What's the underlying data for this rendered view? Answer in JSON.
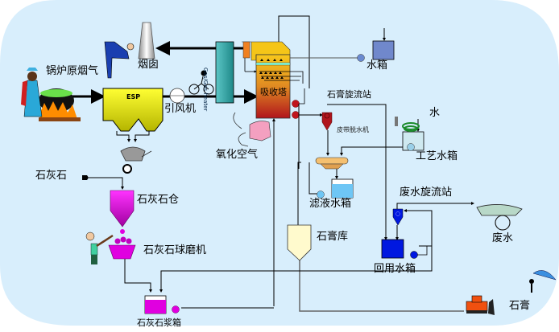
{
  "title": "石灰石-石膏湿法烟气脱硫工艺流程图",
  "labels": {
    "boiler_flue_gas": "锅炉原烟气",
    "chimney": "烟囱",
    "esp": "ESP",
    "induced_fan": "引风机",
    "ggh_line1": "Gas/Gas",
    "ggh_line2": "heater",
    "absorber": "吸收塔",
    "oxidation_air": "氧化空气",
    "water_tank": "水箱",
    "gypsum_cyclone": "石膏旋流站",
    "belt_dewatering": "皮带脱水机",
    "water": "水",
    "process_water_tank": "工艺水箱",
    "filtrate_tank": "滤液水箱",
    "gypsum_silo": "石膏库",
    "wastewater_cyclone": "废水旋流站",
    "wastewater": "废水",
    "recycle_water_tank": "回用水箱",
    "limestone": "石灰石",
    "limestone_silo": "石灰石仓",
    "ball_mill": "石灰石球磨机",
    "slurry_tank": "石灰石浆箱",
    "gypsum": "石膏"
  },
  "colors": {
    "background": "#d8eefc",
    "esp": "#e6e600",
    "absorber_top": "#f5c518",
    "absorber_bottom": "#b81c1c",
    "limestone": "#e000e0",
    "recycle": "#0018e0",
    "gypsum_silo": "#fffacd",
    "ggh": "#2aa3a3",
    "filtrate": "#6ec6f5"
  }
}
